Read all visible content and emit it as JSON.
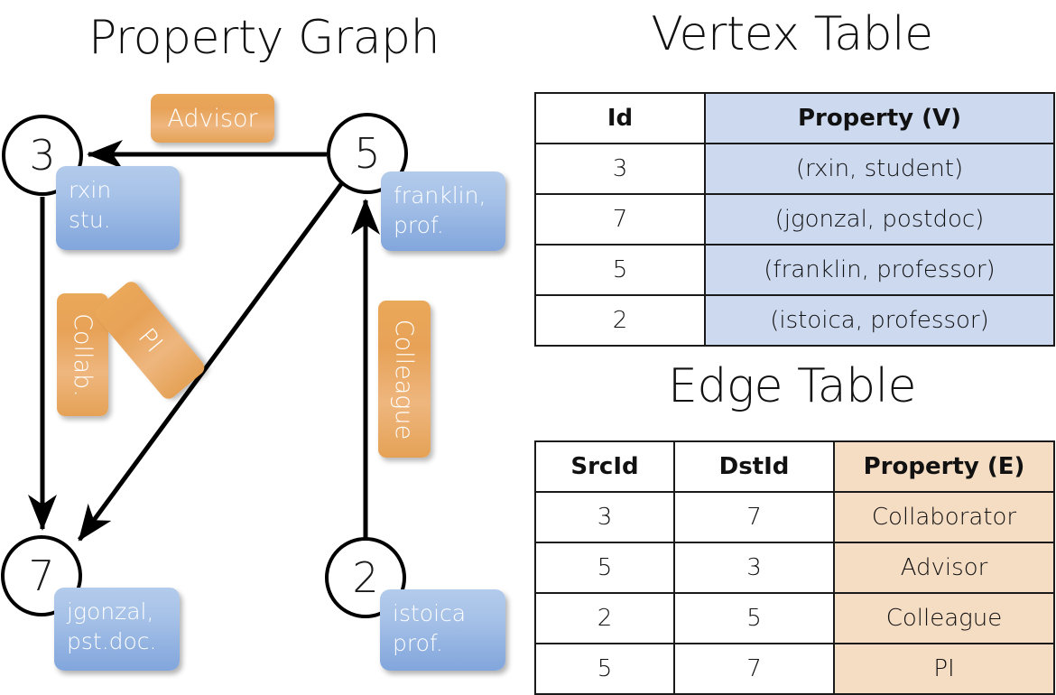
{
  "titles": {
    "property_graph": "Property Graph",
    "vertex_table": "Vertex Table",
    "edge_table": "Edge Table"
  },
  "colors": {
    "vertex_property_fill": "#ccd9ef",
    "edge_property_fill": "#f5ddc4",
    "node_property_box": "#8fb0e0",
    "edge_label_box": "#e7a257",
    "stroke": "#1a1a1a"
  },
  "graph": {
    "nodes": [
      {
        "id": "3",
        "property": "rxin\nstu."
      },
      {
        "id": "5",
        "property": "franklin,\nprof."
      },
      {
        "id": "7",
        "property": "jgonzal,\npst.doc."
      },
      {
        "id": "2",
        "property": "istoica\nprof."
      }
    ],
    "edge_labels": [
      {
        "name": "advisor",
        "text": "Advisor"
      },
      {
        "name": "collab",
        "text": "Collab."
      },
      {
        "name": "pi",
        "text": "PI"
      },
      {
        "name": "colleague",
        "text": "Colleague"
      }
    ]
  },
  "vertex_table": {
    "headers": [
      "Id",
      "Property (V)"
    ],
    "rows": [
      {
        "id": "3",
        "property": "(rxin, student)"
      },
      {
        "id": "7",
        "property": "(jgonzal, postdoc)"
      },
      {
        "id": "5",
        "property": "(franklin, professor)"
      },
      {
        "id": "2",
        "property": "(istoica, professor)"
      }
    ]
  },
  "edge_table": {
    "headers": [
      "SrcId",
      "DstId",
      "Property (E)"
    ],
    "rows": [
      {
        "src": "3",
        "dst": "7",
        "property": "Collaborator"
      },
      {
        "src": "5",
        "dst": "3",
        "property": "Advisor"
      },
      {
        "src": "2",
        "dst": "5",
        "property": "Colleague"
      },
      {
        "src": "5",
        "dst": "7",
        "property": "PI"
      }
    ]
  }
}
